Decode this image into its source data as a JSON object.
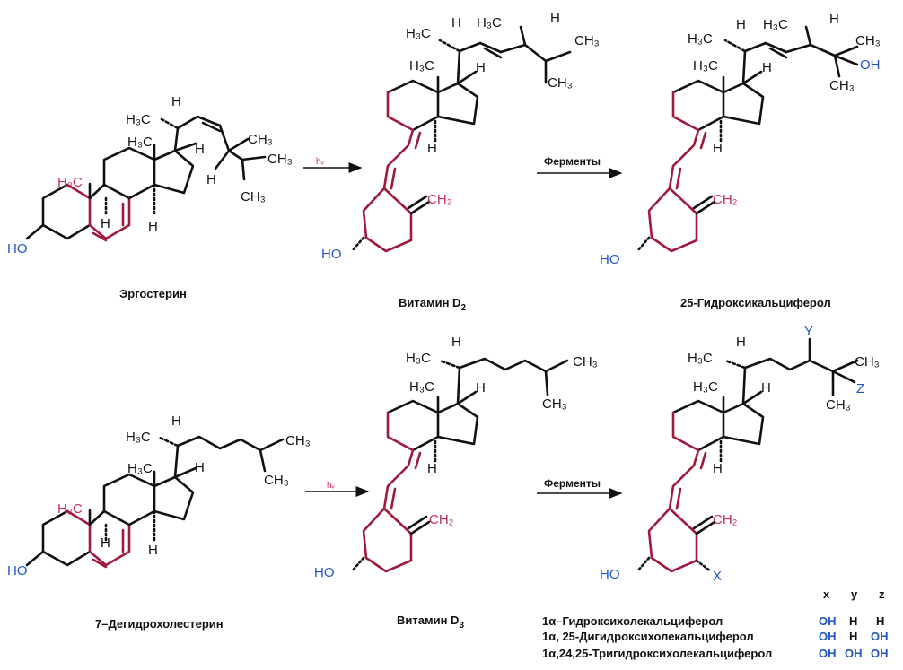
{
  "colors": {
    "bond_black": "#111111",
    "bond_red": "#a01a3c",
    "label_red": "#c0305a",
    "label_blue": "#2255c0"
  },
  "captions": {
    "ergosterol": "Эргостерин",
    "vitamin_d2": "Витамин D",
    "vitamin_d2_sub": "2",
    "hydroxy25": "25-Гидроксикальциферол",
    "dehydro7": "7–Дегидрохолестерин",
    "vitamin_d3": "Витамин D",
    "vitamin_d3_sub": "3"
  },
  "arrows": {
    "hv_top": "hᵥ",
    "enzymes_top": "Ферменты",
    "hv_bottom": "hᵥ",
    "enzymes_bottom": "Ферменты"
  },
  "atoms": {
    "h3c": "H₃C",
    "ch3": "CH₃",
    "h": "H",
    "ho": "HO",
    "oh": "OH",
    "ch2": "CH₂",
    "x": "X",
    "y": "Y",
    "z": "Z"
  },
  "legend": {
    "headers": [
      "x",
      "y",
      "z"
    ],
    "rows": [
      {
        "name": "1α–Гидроксихолекальциферол",
        "x": "OH",
        "y": "H",
        "z": "H"
      },
      {
        "name": "1α, 25-Дигидроксихолекальциферол",
        "x": "OH",
        "y": "H",
        "z": "OH"
      },
      {
        "name": "1α,24,25-Тригидроксихолекальциферол",
        "x": "OH",
        "y": "OH",
        "z": "OH"
      }
    ]
  }
}
